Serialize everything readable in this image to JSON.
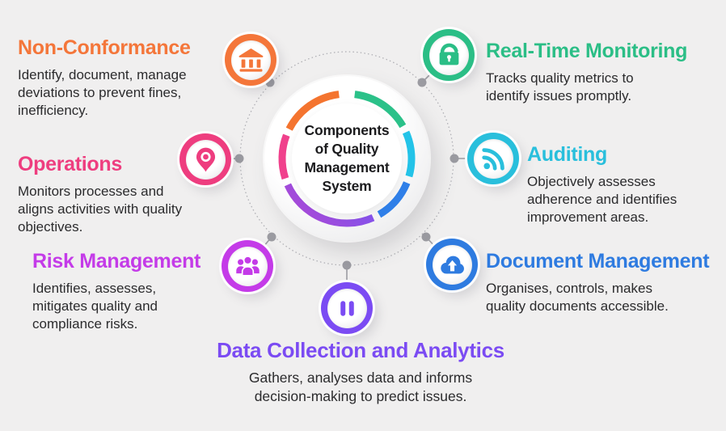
{
  "background_color": "#F0EFEF",
  "connector_color": "#9B9BA1",
  "dotted_circle_color": "#B1B1B6",
  "center": {
    "title": "Components of Quality Management System",
    "ring_segment_colors": {
      "orange": "#F4742F",
      "green": "#2BC189",
      "cyan": "#23C3E8",
      "blue": "#2F7FE8",
      "purple_start": "#7A55F0",
      "purple_end": "#A64AD8",
      "pink": "#F0418C"
    }
  },
  "items": [
    {
      "id": "non-conformance",
      "title": "Non-Conformance",
      "description": "Identify, document, manage deviations to prevent fines, inefficiency.",
      "color": "#F4763A",
      "icon": "bank-icon"
    },
    {
      "id": "real-time-monitoring",
      "title": "Real-Time Monitoring",
      "description": "Tracks quality metrics to identify issues promptly.",
      "color": "#2BBE86",
      "icon": "padlock-icon"
    },
    {
      "id": "operations",
      "title": "Operations",
      "description": "Monitors processes and aligns activities with quality objectives.",
      "color": "#EE3D7F",
      "icon": "location-pin-icon"
    },
    {
      "id": "auditing",
      "title": "Auditing",
      "description": "Objectively assesses adherence and identifies improvement areas.",
      "color": "#29BFDC",
      "icon": "rss-icon"
    },
    {
      "id": "risk-management",
      "title": "Risk Management",
      "description": "Identifies, assesses, mitigates quality and compliance risks.",
      "color": "#C43BE8",
      "icon": "people-group-icon"
    },
    {
      "id": "document-management",
      "title": "Document Management",
      "description": "Organises, controls, makes quality documents accessible.",
      "color": "#2E7BE0",
      "icon": "cloud-upload-icon"
    },
    {
      "id": "data-collection-and-analytics",
      "title": "Data Collection and Analytics",
      "description": "Gathers, analyses data and informs decision-making to predict issues.",
      "color": "#7B4BF3",
      "icon": "pause-icon"
    }
  ]
}
